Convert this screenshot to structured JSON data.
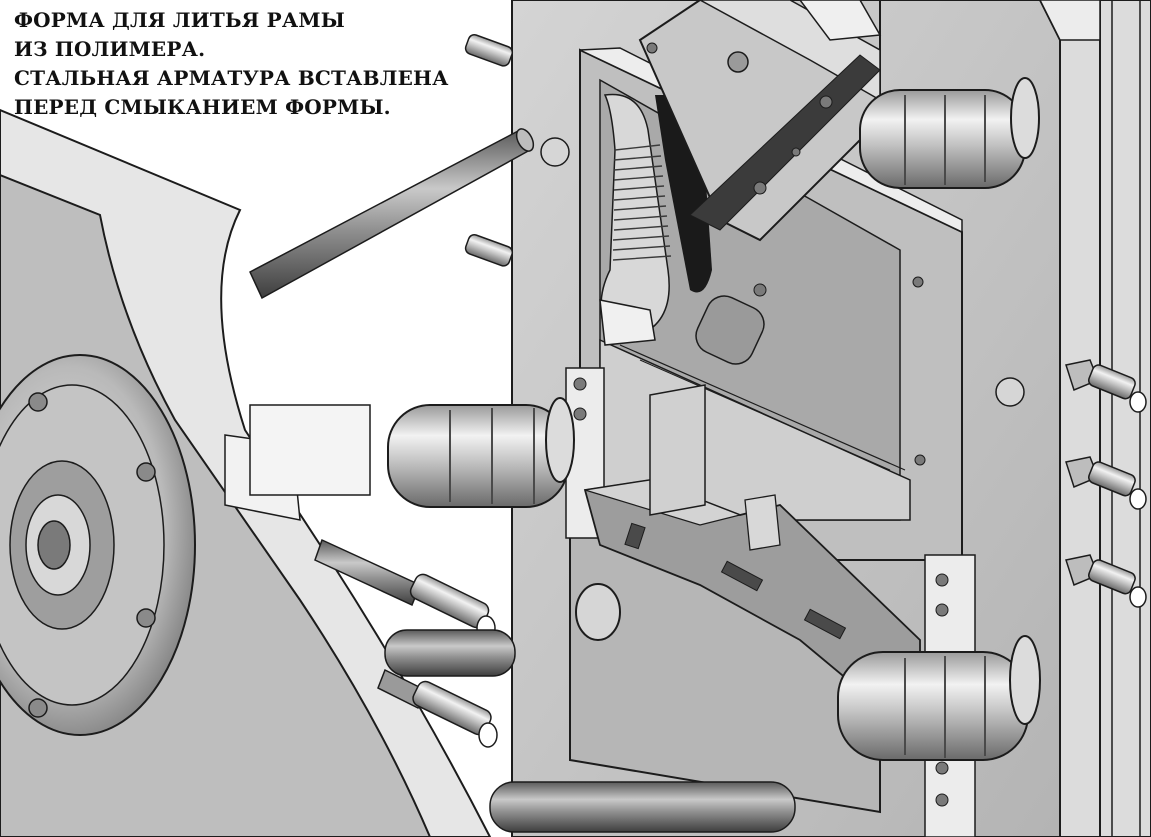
{
  "caption": {
    "lines": [
      "ФОРМА ДЛЯ ЛИТЬЯ РАМЫ",
      "ИЗ ПОЛИМЕРА.",
      "СТАЛЬНАЯ АРМАТУРА ВСТАВЛЕНА",
      "ПЕРЕД СМЫКАНИЕМ ФОРМЫ."
    ]
  },
  "colors": {
    "background": "#ffffff",
    "steel_face": "#c7c7c7",
    "steel_light": "#e9e9e9",
    "steel_dark": "#8a8a8a",
    "outline": "#1c1c1c",
    "pin_highlight": "#f4f4f4",
    "pin_shadow": "#6e6e6e"
  },
  "parts": {
    "fixed_platen": "fixed-platen",
    "moving_mold_half": "moving-mold-half",
    "mold_cavity_plate": "mold-cavity-plate",
    "angled_slide": "angled-slide-core",
    "steel_insert": "steel-reinforcement-insert",
    "polymer_frame_cavity": "polymer-frame-cavity",
    "guide_pins": "guide-pin",
    "coolant_fittings": "coolant-fitting",
    "locating_ring": "locating-ring",
    "sprue_bushing": "sprue-bushing"
  }
}
